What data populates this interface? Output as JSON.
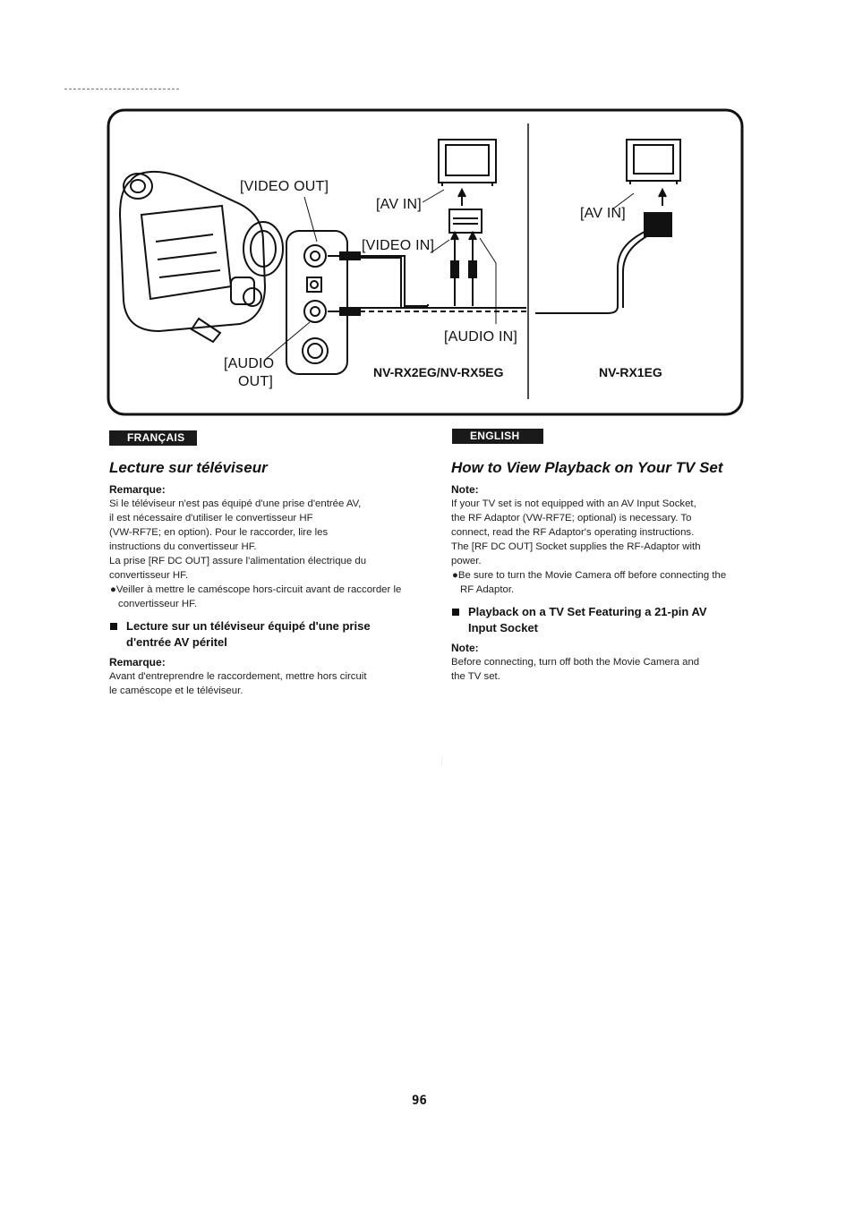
{
  "diagram": {
    "labels": {
      "video_out": "[VIDEO OUT]",
      "av_in_1": "[AV IN]",
      "video_in": "[VIDEO IN]",
      "audio_in": "[AUDIO IN]",
      "audio_out_line1": "[AUDIO",
      "audio_out_line2": "OUT]",
      "av_in_2": "[AV IN]"
    },
    "models": {
      "left": "NV-RX2EG/NV-RX5EG",
      "right": "NV-RX1EG"
    }
  },
  "french": {
    "tag": "FRANÇAIS",
    "title": "Lecture sur téléviseur",
    "note_heading": "Remarque:",
    "note_lines": [
      "Si le téléviseur n'est pas équipé d'une prise d'entrée AV,",
      "il est nécessaire d'utiliser le convertisseur HF",
      "(VW-RF7E; en option). Pour le raccorder, lire les",
      "instructions du convertisseur HF.",
      "La prise [RF DC OUT] assure l'alimentation électrique du",
      "convertisseur HF."
    ],
    "bullet": "●Veiller à mettre le caméscope hors-circuit avant de raccorder le convertisseur HF.",
    "subheading": "Lecture sur un téléviseur équipé d'une prise d'entrée AV péritel",
    "note2_heading": "Remarque:",
    "note2_lines": [
      "Avant d'entreprendre le raccordement, mettre hors circuit",
      "le caméscope et le téléviseur."
    ]
  },
  "english": {
    "tag": "ENGLISH",
    "title": "How to View Playback on Your TV Set",
    "note_heading": "Note:",
    "note_lines": [
      "If your TV set is not equipped with an AV Input Socket,",
      "the RF Adaptor (VW-RF7E; optional) is necessary. To",
      "connect, read the RF Adaptor's operating instructions.",
      "The [RF DC OUT] Socket supplies the RF-Adaptor with",
      "power."
    ],
    "bullet": "●Be sure to turn the Movie Camera off before connecting the RF Adaptor.",
    "subheading": "Playback on a TV Set Featuring a 21-pin AV Input Socket",
    "note2_heading": "Note:",
    "note2_lines": [
      "Before connecting, turn off both the Movie Camera and",
      "the TV set."
    ]
  },
  "page_number": "96"
}
